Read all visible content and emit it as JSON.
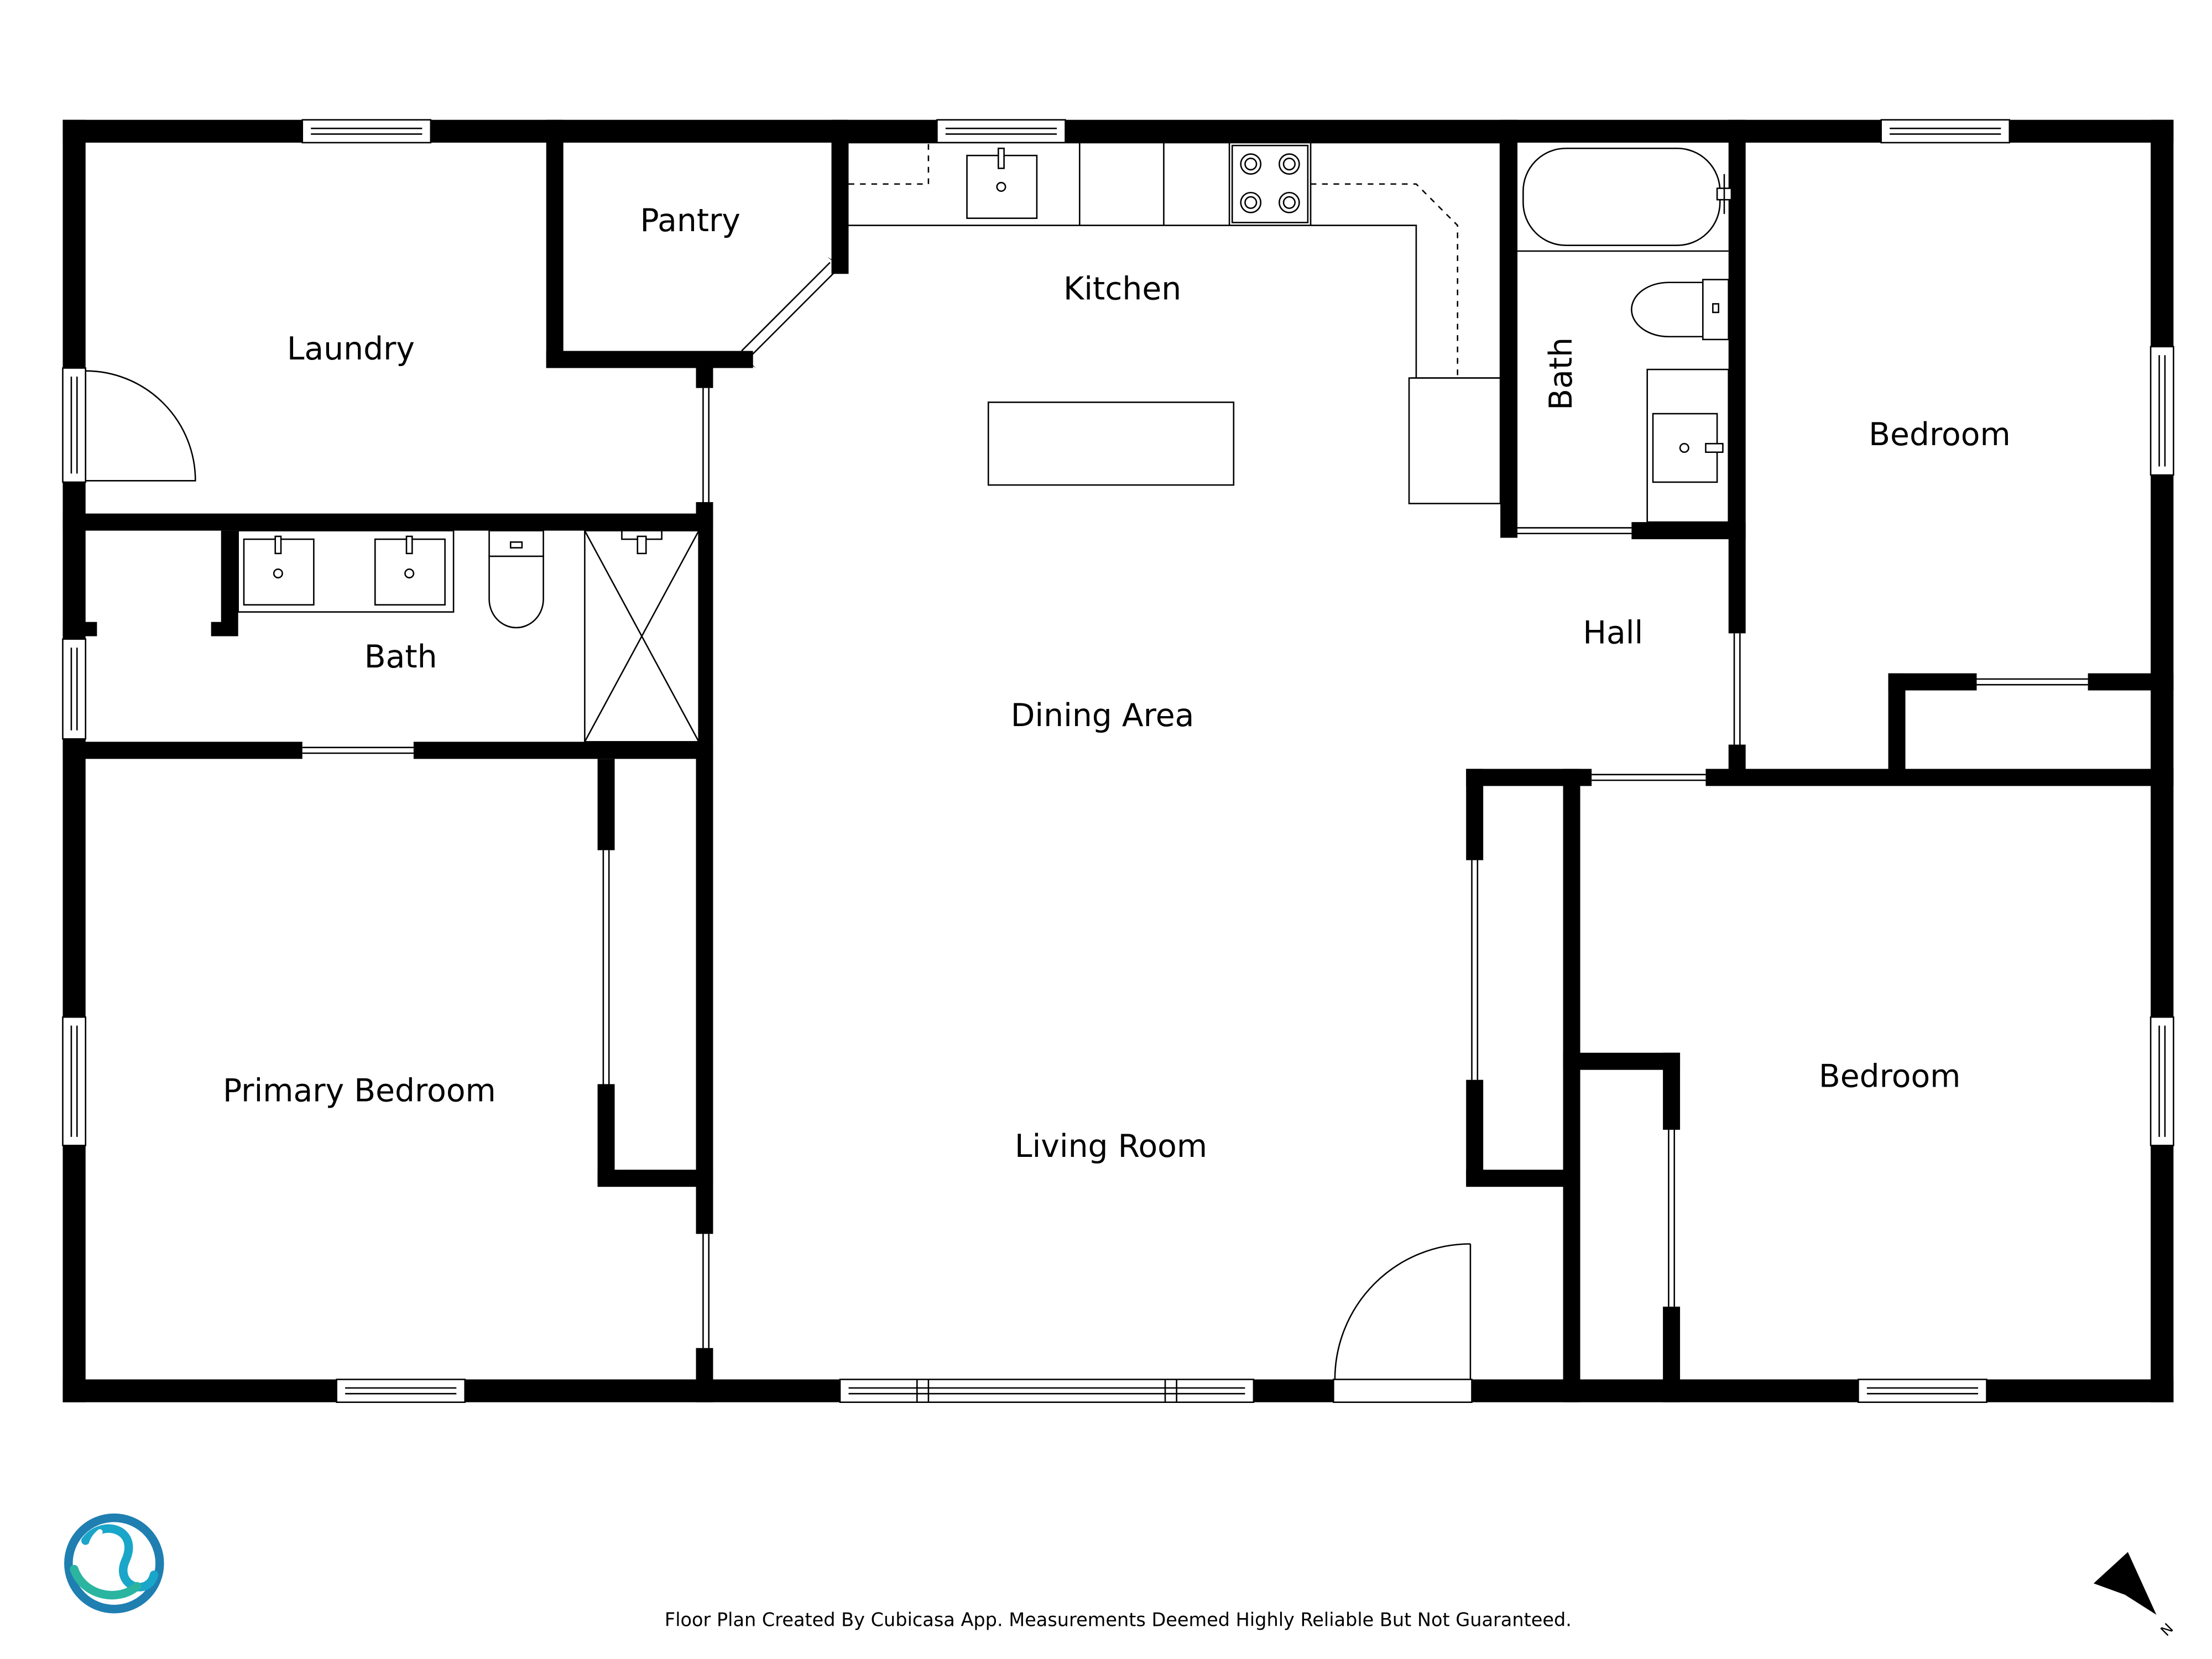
{
  "rooms": {
    "laundry": "Laundry",
    "pantry": "Pantry",
    "kitchen": "Kitchen",
    "bath_hall": "Bath",
    "bedroom_ne": "Bedroom",
    "bath_primary": "Bath",
    "hall": "Hall",
    "dining": "Dining Area",
    "primary_bedroom": "Primary Bedroom",
    "living": "Living Room",
    "bedroom_se": "Bedroom"
  },
  "footer": {
    "disclaimer": "Floor Plan Created By Cubicasa App. Measurements Deemed Highly Reliable But Not Guaranteed."
  },
  "compass": {
    "label": "N",
    "icon": "north-arrow-icon"
  },
  "logo": {
    "icon": "cubicasa-logo-icon",
    "colors": [
      "#1aa6c9",
      "#1f7fb0",
      "#2bb5a0"
    ]
  },
  "colors": {
    "wall": "#000000",
    "background": "#ffffff"
  }
}
